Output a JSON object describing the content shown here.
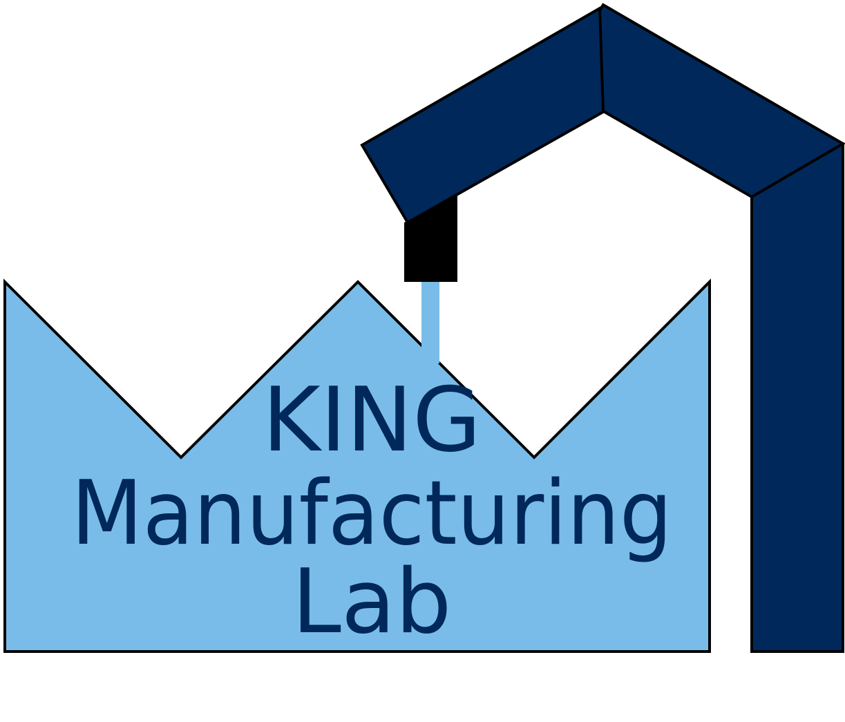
{
  "logo": {
    "line1": "KING",
    "line2": "Manufacturing",
    "line3": "Lab"
  },
  "colors": {
    "navy": "#00285A",
    "light_blue": "#7ABCE9",
    "outline": "#000000",
    "nozzle": "#000000",
    "background": "#ffffff"
  },
  "icons": {
    "factory": "factory-crown-icon",
    "robot_arm": "robot-arm-icon",
    "print_nozzle": "print-nozzle-icon"
  }
}
